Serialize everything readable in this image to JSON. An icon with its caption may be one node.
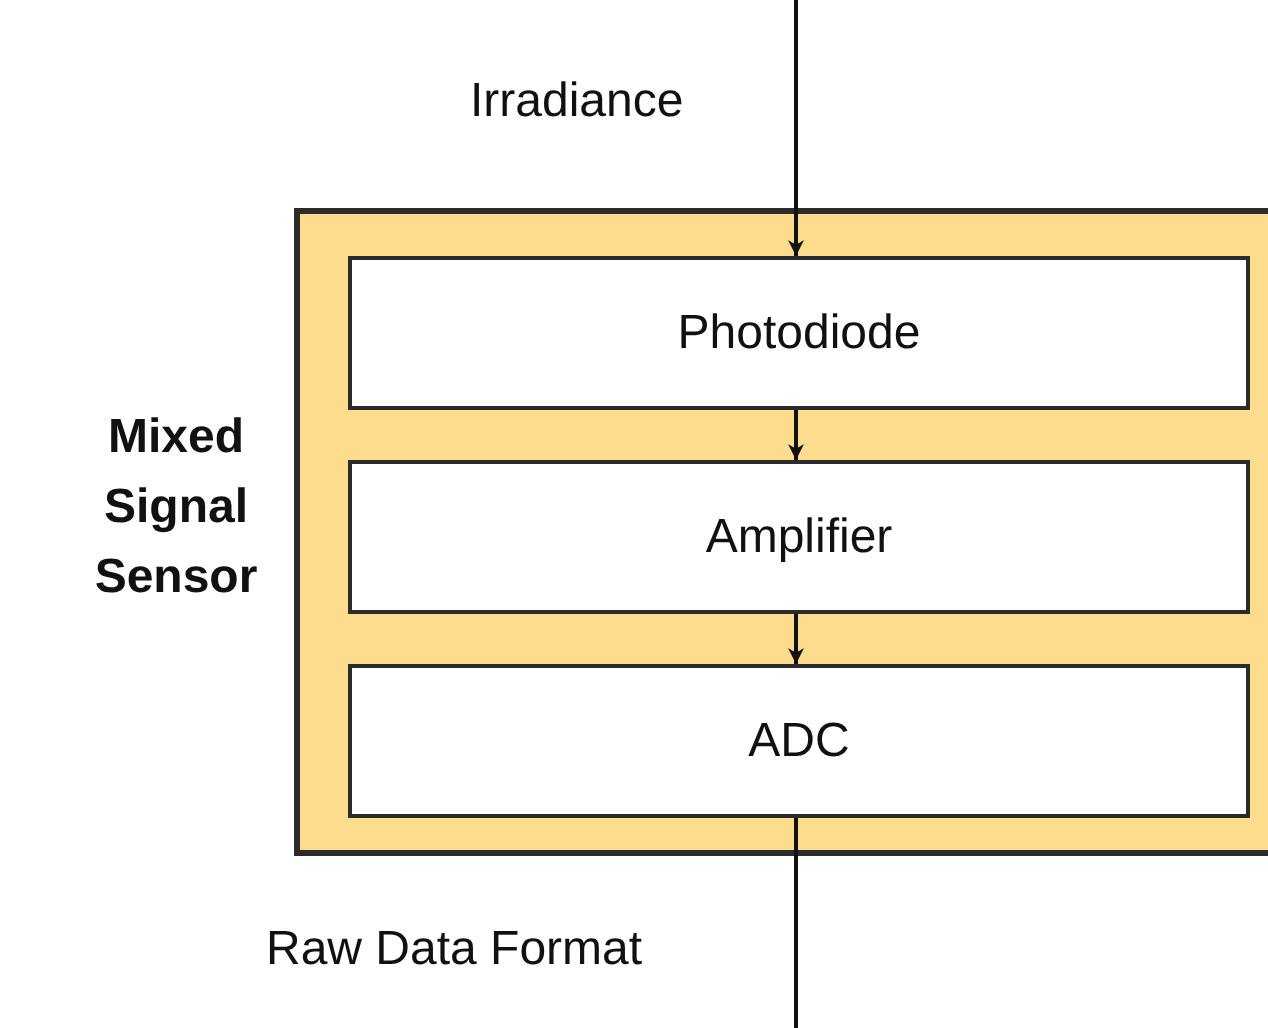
{
  "diagram": {
    "nodes": [
      {
        "text": [
          "Mixed Signal Sensor"
        ]
      },
      {
        "text": [
          "Photodiode"
        ],
        "in": 0
      },
      {
        "text": [
          "Amplifier"
        ],
        "in": 0
      },
      {
        "text": [
          "ADC"
        ],
        "in": 0
      }
    ],
    "edges": [
      {
        "from": null,
        "to": 1,
        "arrow": "to",
        "label": "Irradiance"
      },
      {
        "from": 1,
        "to": 2,
        "arrow": "to"
      },
      {
        "from": 2,
        "to": 3,
        "arrow": "to"
      },
      {
        "from": 3,
        "to": null,
        "arrow": "none",
        "label": "Raw Data Format"
      }
    ]
  }
}
